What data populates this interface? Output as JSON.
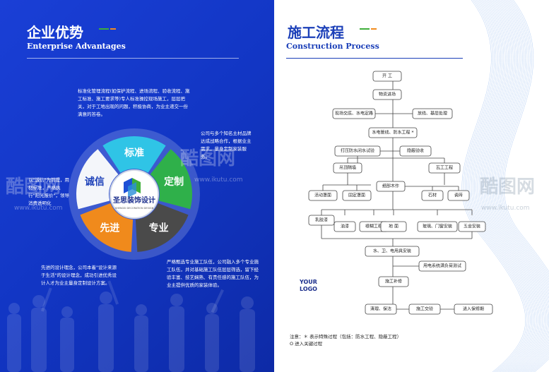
{
  "left_page": {
    "title_cn": "企业优势",
    "title_en": "Enterprise Advantages",
    "paragraph_top": "标准化管理流程(如保护流程、进场流程、验收流程、施工标准、施工要求等)专人标准操控现场施工，层层把关，对于工地出现的问题，积极协商，为业主递交一份满意的答卷。",
    "paragraph_right": "公司与多个知名主材品牌达成战略合作，根据业主需求，量身定制家装服务。",
    "paragraph_left": "以\"诚信\"为前提，用材标准，严格执行\"阳光报价\"，领导消费透明化",
    "paragraph_bottom_left": "先进的设计理念，公司本着\"设计来源于生活\"的设计理念，成功引进优秀设计人才为业主量身定制设计方案。",
    "paragraph_bottom_right": "严格甄选专业施工队伍，公司融入多个专业施工队伍，并对基础施工队伍层层筛选，留下经验丰富、技艺娴熟、有责任感的施工队伍，为业主提供优质的家装体验。",
    "wheel": {
      "segments": [
        "标准",
        "定制",
        "专业",
        "先进",
        "诚信"
      ],
      "logo_cn": "圣思装饰设计",
      "logo_en": "SHENGSI DECORATION DESIGN"
    },
    "watermark_cn": "酷图网",
    "watermark_url": "www.ikutu.com"
  },
  "right_page": {
    "title_cn": "施工流程",
    "title_en": "Construction Process",
    "logo_line1": "YOUR",
    "logo_line2": "LOGO",
    "note_line1": "注意：＊ 表示特殊过程（包括：防水工程、隐蔽工程）",
    "note_line2": "O 进入关键过程",
    "flow": {
      "start": "开 工",
      "materials": "物资进场",
      "handover": "现场交底、水电定路",
      "layout": "放线、基层处理",
      "waterproof": "水电管线、防水工程 *",
      "pressure_test": "打压防水闭水试验",
      "concealed": "隐蔽验收",
      "ceiling": "吊顶隔墙",
      "tile": "瓦工工程",
      "cabinet": "活动罩面",
      "fixed": "固定罩面",
      "woodwork": "细部木作",
      "stone": "石材",
      "porcelain": "瓷砖",
      "latex": "乳胶漆",
      "paint": "油漆",
      "paper": "裱糊工程",
      "floor": "地 面",
      "glass": "玻璃、门窗安装",
      "hardware": "五金安装",
      "fixtures": "水、卫、电用具安装",
      "load_test": "用电系统满负荷测试",
      "repair": "施工补修",
      "clean": "清理、保洁",
      "acceptance": "施工交验",
      "warranty": "进入保修期"
    }
  },
  "colors": {
    "left_bg": "#1a3fd6",
    "accent_green": "#3fae3a",
    "accent_orange": "#f28b1e",
    "title_blue": "#1b3fb8",
    "seg_cyan": "#2fc4e6",
    "seg_green": "#2fb04a",
    "seg_dark": "#4a4a4a",
    "seg_orange": "#f08a1c",
    "seg_white": "#f4f6fa"
  }
}
